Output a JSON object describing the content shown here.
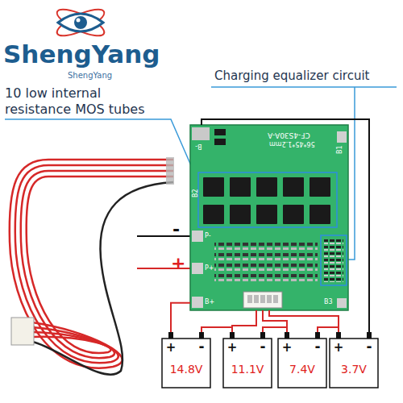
{
  "diagram": {
    "nodes": [
      {
        "text": [
          "CF-4S30A-A",
          "56*45*1.2mm",
          "B-",
          "B2",
          "B1",
          "P-",
          "P+",
          "B+",
          "B3"
        ]
      },
      {
        "text": [
          "+",
          "-",
          "14.8V"
        ]
      },
      {
        "text": [
          "+",
          "-",
          "11.1V"
        ]
      },
      {
        "text": [
          "+",
          "-",
          "7.4V"
        ]
      },
      {
        "text": [
          "+",
          "-",
          "3.7V"
        ]
      }
    ],
    "edges": [
      {
        "from": 0,
        "to": 1,
        "arrow": "none"
      },
      {
        "from": 0,
        "to": 2,
        "arrow": "none"
      },
      {
        "from": 0,
        "to": 3,
        "arrow": "none"
      },
      {
        "from": 0,
        "to": 4,
        "arrow": "none"
      },
      {
        "from": 0,
        "to": 4,
        "arrow": "none"
      },
      {
        "from": 1,
        "to": 2,
        "arrow": "none"
      },
      {
        "from": 2,
        "to": 3,
        "arrow": "none"
      },
      {
        "from": 3,
        "to": 4,
        "arrow": "none"
      }
    ],
    "labels": [
      "ShengYang",
      "ShengYang",
      "10 low internal resistance MOS tubes",
      "Charging equalizer circuit",
      "-",
      "+"
    ]
  }
}
